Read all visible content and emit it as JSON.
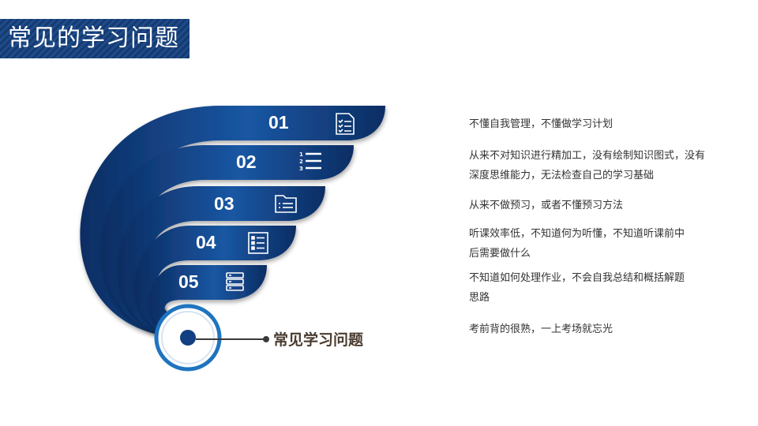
{
  "title": "常见的学习问题",
  "center_label": "常见学习问题",
  "items": [
    {
      "number": "01",
      "icon": "checklist-icon",
      "text": "不懂自我管理，不懂做学习计划"
    },
    {
      "number": "02",
      "icon": "numbered-list-icon",
      "text": "从来不对知识进行精加工，没有绘制知识图式，没有深度思维能力，无法检查自己的学习基础"
    },
    {
      "number": "03",
      "icon": "folder-icon",
      "text": "从来不做预习，或者不懂预习方法"
    },
    {
      "number": "04",
      "icon": "list-box-icon",
      "text": "听课效率低，不知道何为听懂，不知道听课前中后需要做什么"
    },
    {
      "number": "05",
      "icon": "stack-icon",
      "text": "不知道如何处理作业，不会自我总结和概括解题思路"
    },
    {
      "number": "",
      "icon": "",
      "text": "考前背的很熟，一上考场就忘光"
    }
  ],
  "colors": {
    "primary": "#123f82",
    "dark": "#0b2a5c",
    "accent": "#1f74bf",
    "label": "#4a3b2f"
  }
}
